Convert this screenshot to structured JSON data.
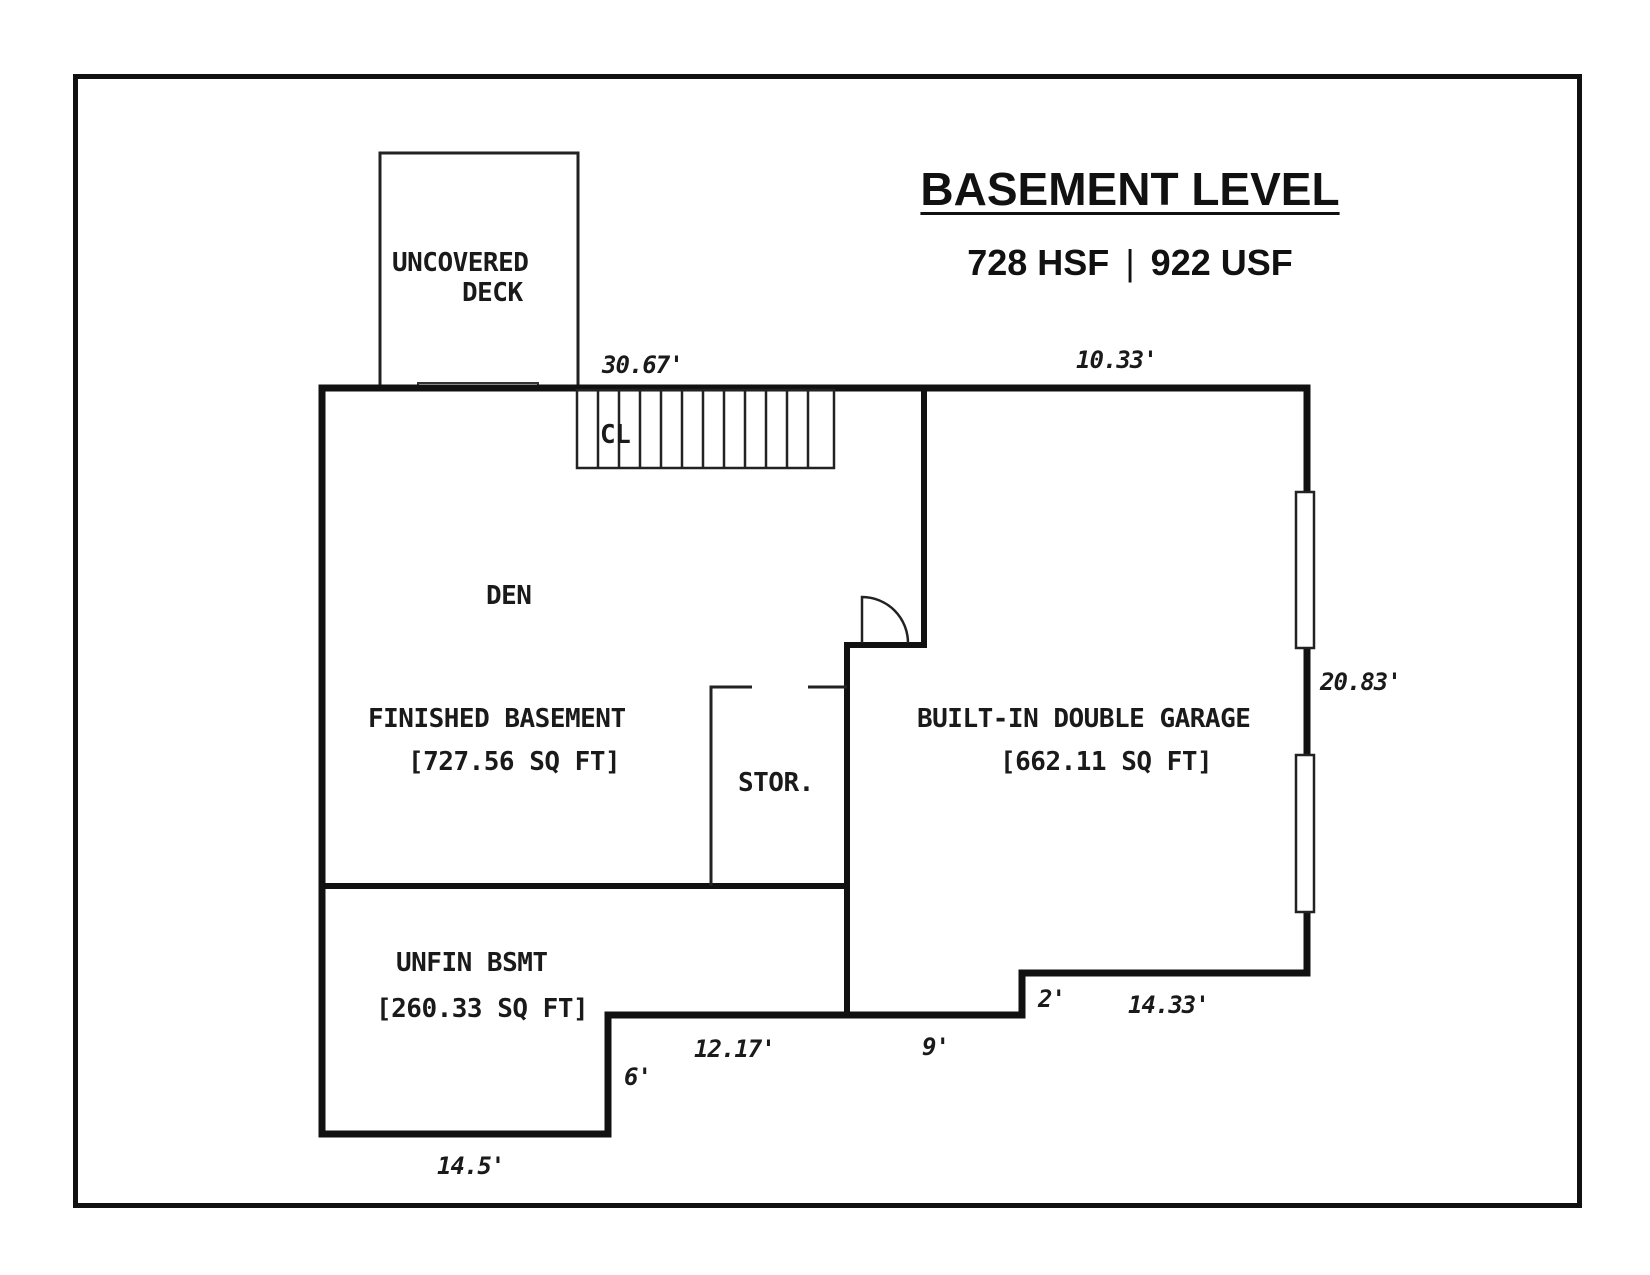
{
  "header": {
    "title": "BASEMENT LEVEL",
    "hsf": "728 HSF",
    "separator": "|",
    "usf": "922 USF"
  },
  "rooms": {
    "deck_line1": "UNCOVERED",
    "deck_line2": "DECK",
    "closet": "CL",
    "den": "DEN",
    "finished_name": "FINISHED BASEMENT",
    "finished_area": "[727.56 SQ FT]",
    "storage": "STOR.",
    "garage_name": "BUILT-IN DOUBLE GARAGE",
    "garage_area": "[662.11 SQ FT]",
    "unfinished_name": "UNFIN BSMT",
    "unfinished_area": "[260.33 SQ FT]"
  },
  "dimensions": {
    "top_left": "30.67'",
    "top_right": "10.33'",
    "right_side": "20.83'",
    "step_2": "2'",
    "bottom_garage": "14.33'",
    "bottom_9": "9'",
    "bottom_12": "12.17'",
    "step_6": "6'",
    "bottom_left": "14.5'"
  }
}
